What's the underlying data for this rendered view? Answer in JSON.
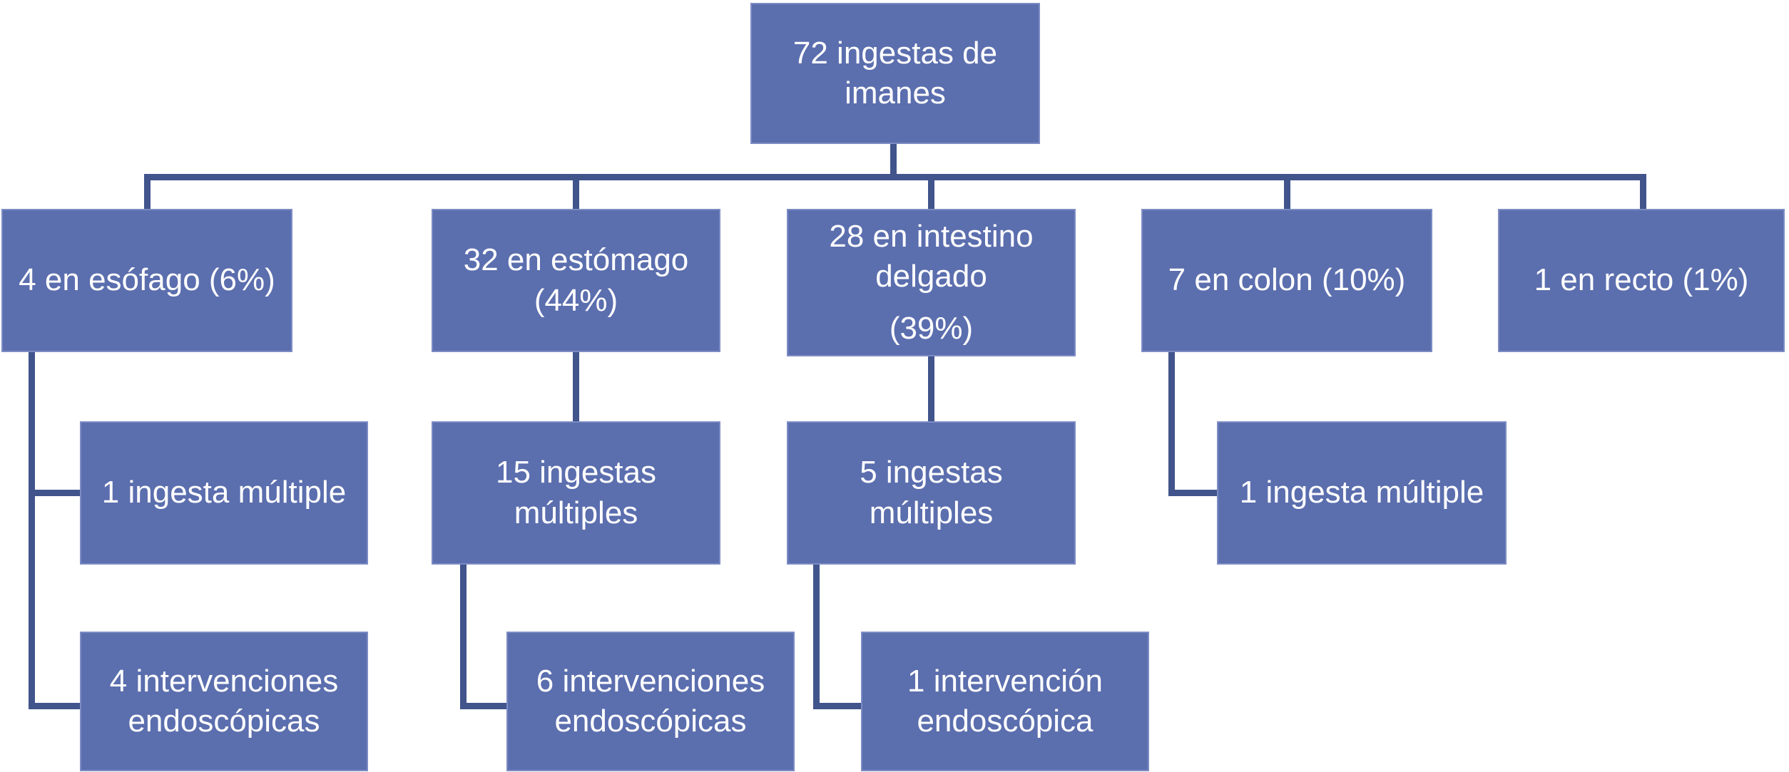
{
  "diagram_type": "flowchart",
  "language": "es",
  "nodes": {
    "root": {
      "label": "72 ingestas de imanes"
    },
    "esofago": {
      "label": "4 en esófago (6%)"
    },
    "estomago": {
      "label": "32 en estómago (44%)"
    },
    "intestino": {
      "label": "28 en intestino delgado",
      "sublabel": "(39%)"
    },
    "colon": {
      "label": "7 en colon (10%)"
    },
    "recto": {
      "label": "1 en recto (1%)"
    },
    "esofago_multiple": {
      "label": "1 ingesta múltiple"
    },
    "estomago_multiples": {
      "label": "15 ingestas múltiples"
    },
    "intestino_multiples": {
      "label": "5 ingestas múltiples"
    },
    "colon_multiple": {
      "label": "1 ingesta múltiple"
    },
    "esofago_intervenciones": {
      "label": "4 intervenciones endoscópicas"
    },
    "estomago_intervenciones": {
      "label": "6 intervenciones endoscópicas"
    },
    "intestino_intervencion": {
      "label": "1 intervención endoscópica"
    }
  },
  "colors": {
    "box_fill": "#5b6eae",
    "box_border": "#7d8cc4",
    "connector": "#41548c",
    "text_color": "#ffffff",
    "background": "#ffffff"
  }
}
